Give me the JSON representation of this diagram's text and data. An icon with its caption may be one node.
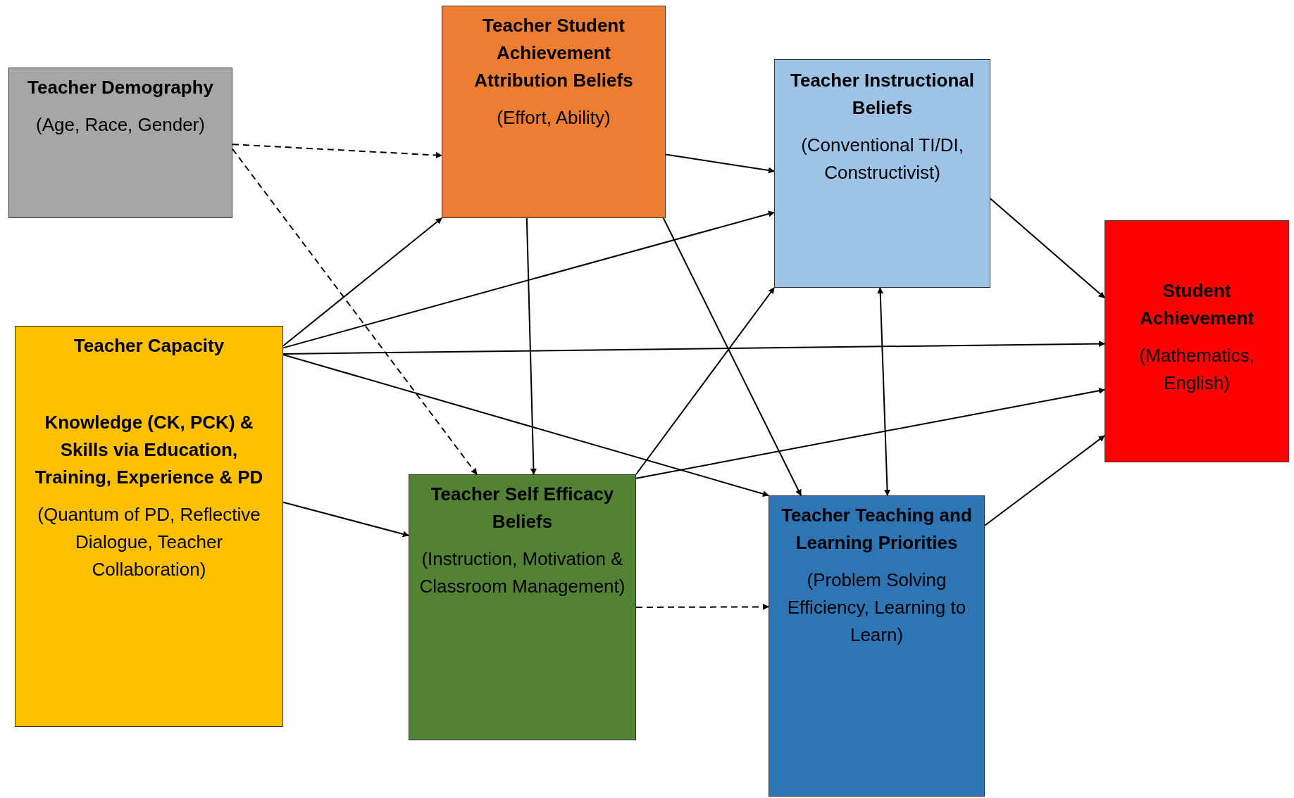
{
  "diagram": {
    "nodes": [
      {
        "text": [
          "Teacher Demography",
          "(Age, Race, Gender)"
        ]
      },
      {
        "text": [
          "Teacher Student Achievement Attribution Beliefs",
          "(Effort, Ability)"
        ]
      },
      {
        "text": [
          "Teacher Instructional Beliefs",
          "(Conventional TI/DI, Constructivist)"
        ]
      },
      {
        "text": [
          "Student Achievement",
          "(Mathematics, English)"
        ]
      },
      {
        "text": [
          "Teacher Capacity",
          "Knowledge (CK, PCK) & Skills via Education, Training, Experience & PD",
          "(Quantum of PD, Reflective Dialogue, Teacher Collaboration)"
        ]
      },
      {
        "text": [
          "Teacher Self Efficacy Beliefs",
          "(Instruction, Motivation & Classroom Management)"
        ]
      },
      {
        "text": [
          "Teacher Teaching and Learning Priorities",
          "(Problem Solving Efficiency, Learning to Learn)"
        ]
      }
    ],
    "edges": [
      {
        "from": 0,
        "to": 1,
        "arrow": "to",
        "style": "dashed"
      },
      {
        "from": 0,
        "to": 5,
        "arrow": "to",
        "style": "dashed"
      },
      {
        "from": 1,
        "to": 2,
        "arrow": "to"
      },
      {
        "from": 1,
        "to": 5,
        "arrow": "to"
      },
      {
        "from": 1,
        "to": 6,
        "arrow": "to"
      },
      {
        "from": 2,
        "to": 3,
        "arrow": "to"
      },
      {
        "from": 2,
        "to": 6,
        "arrow": "both"
      },
      {
        "from": 4,
        "to": 1,
        "arrow": "to"
      },
      {
        "from": 4,
        "to": 2,
        "arrow": "to"
      },
      {
        "from": 4,
        "to": 3,
        "arrow": "to"
      },
      {
        "from": 4,
        "to": 6,
        "arrow": "to"
      },
      {
        "from": 4,
        "to": 5,
        "arrow": "to"
      },
      {
        "from": 5,
        "to": 2,
        "arrow": "to"
      },
      {
        "from": 5,
        "to": 3,
        "arrow": "to"
      },
      {
        "from": 5,
        "to": 6,
        "arrow": "to",
        "style": "dashed"
      },
      {
        "from": 6,
        "to": 3,
        "arrow": "to"
      }
    ]
  }
}
